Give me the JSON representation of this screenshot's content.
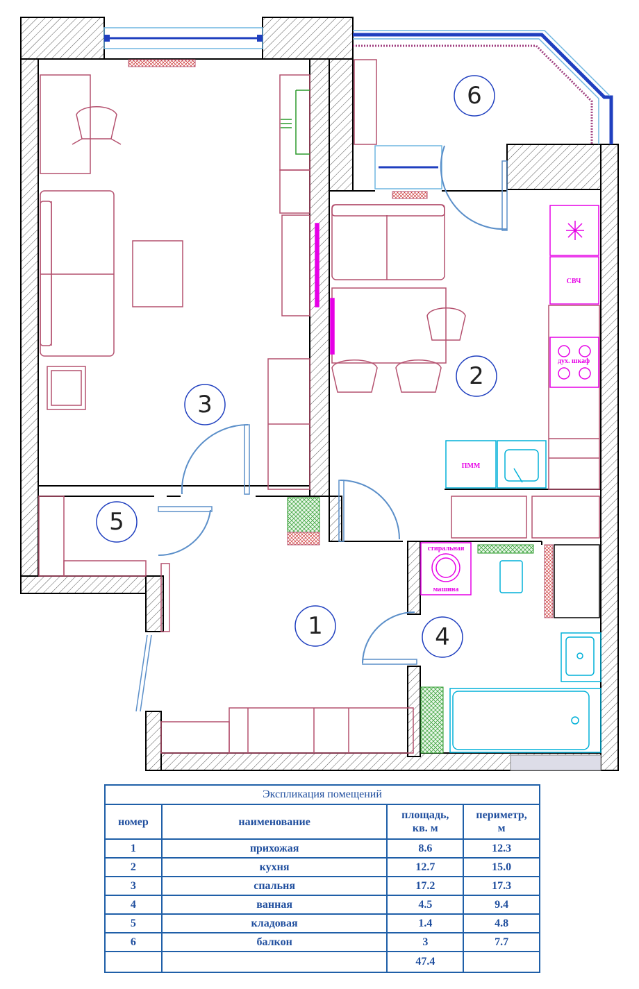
{
  "rooms": [
    {
      "number": "1"
    },
    {
      "number": "2"
    },
    {
      "number": "3"
    },
    {
      "number": "4"
    },
    {
      "number": "5"
    },
    {
      "number": "6"
    }
  ],
  "appliances": {
    "microwave": "СВЧ",
    "oven": "дух. шкаф",
    "dishwasher": "ПММ",
    "washer_top": "стиральная",
    "washer_bottom": "машина"
  },
  "table": {
    "title": "Экспликация помещений",
    "headers": {
      "num": "номер",
      "name": "наименование",
      "area_1": "площадь,",
      "area_2": "кв. м",
      "per_1": "периметр,",
      "per_2": "м"
    },
    "rows": [
      {
        "num": "1",
        "name": "прихожая",
        "area": "8.6",
        "perimeter": "12.3"
      },
      {
        "num": "2",
        "name": "кухня",
        "area": "12.7",
        "perimeter": "15.0"
      },
      {
        "num": "3",
        "name": "спальня",
        "area": "17.2",
        "perimeter": "17.3"
      },
      {
        "num": "4",
        "name": "ванная",
        "area": "4.5",
        "perimeter": "9.4"
      },
      {
        "num": "5",
        "name": "кладовая",
        "area": "1.4",
        "perimeter": "4.8"
      },
      {
        "num": "6",
        "name": "балкон",
        "area": "3",
        "perimeter": "7.7"
      }
    ],
    "total": "47.4"
  },
  "colors": {
    "wall": "#000000",
    "furniture": "#b4506e",
    "door": "#5b8fc9",
    "window": "#1f3fbf",
    "appliance": "#e600e6",
    "plumbing": "#00b0d8",
    "green": "#2a9a2a",
    "table_text": "#1f4e9e"
  }
}
